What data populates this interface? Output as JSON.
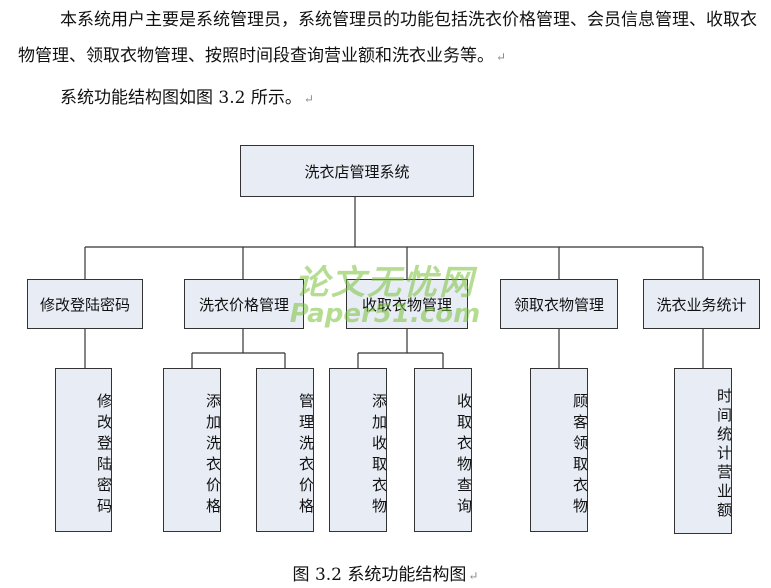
{
  "intro": {
    "paragraph1": "本系统用户主要是系统管理员，系统管理员的功能包括洗衣价格管理、会员信息管理、收取衣物管理、领取衣物管理、按照时间段查询营业额和洗衣业务等。",
    "paragraph2": "系统功能结构图如图 3.2 所示。",
    "para_mark": "↵"
  },
  "diagram": {
    "root": "洗衣店管理系统",
    "modules": [
      "修改登陆密码",
      "洗衣价格管理",
      "收取衣物管理",
      "领取衣物管理",
      "洗衣业务统计"
    ],
    "leaves": [
      "修改登陆密码",
      "添加洗衣价格",
      "管理洗衣价格",
      "添加收取衣物",
      "收取衣物查询",
      "顾客领取衣物",
      "时间统计营业额"
    ]
  },
  "watermark": {
    "cn": "论文无忧网",
    "en": "Paper51.com"
  },
  "caption": {
    "text": "图 3.2  系统功能结构图",
    "mark": "↵"
  }
}
